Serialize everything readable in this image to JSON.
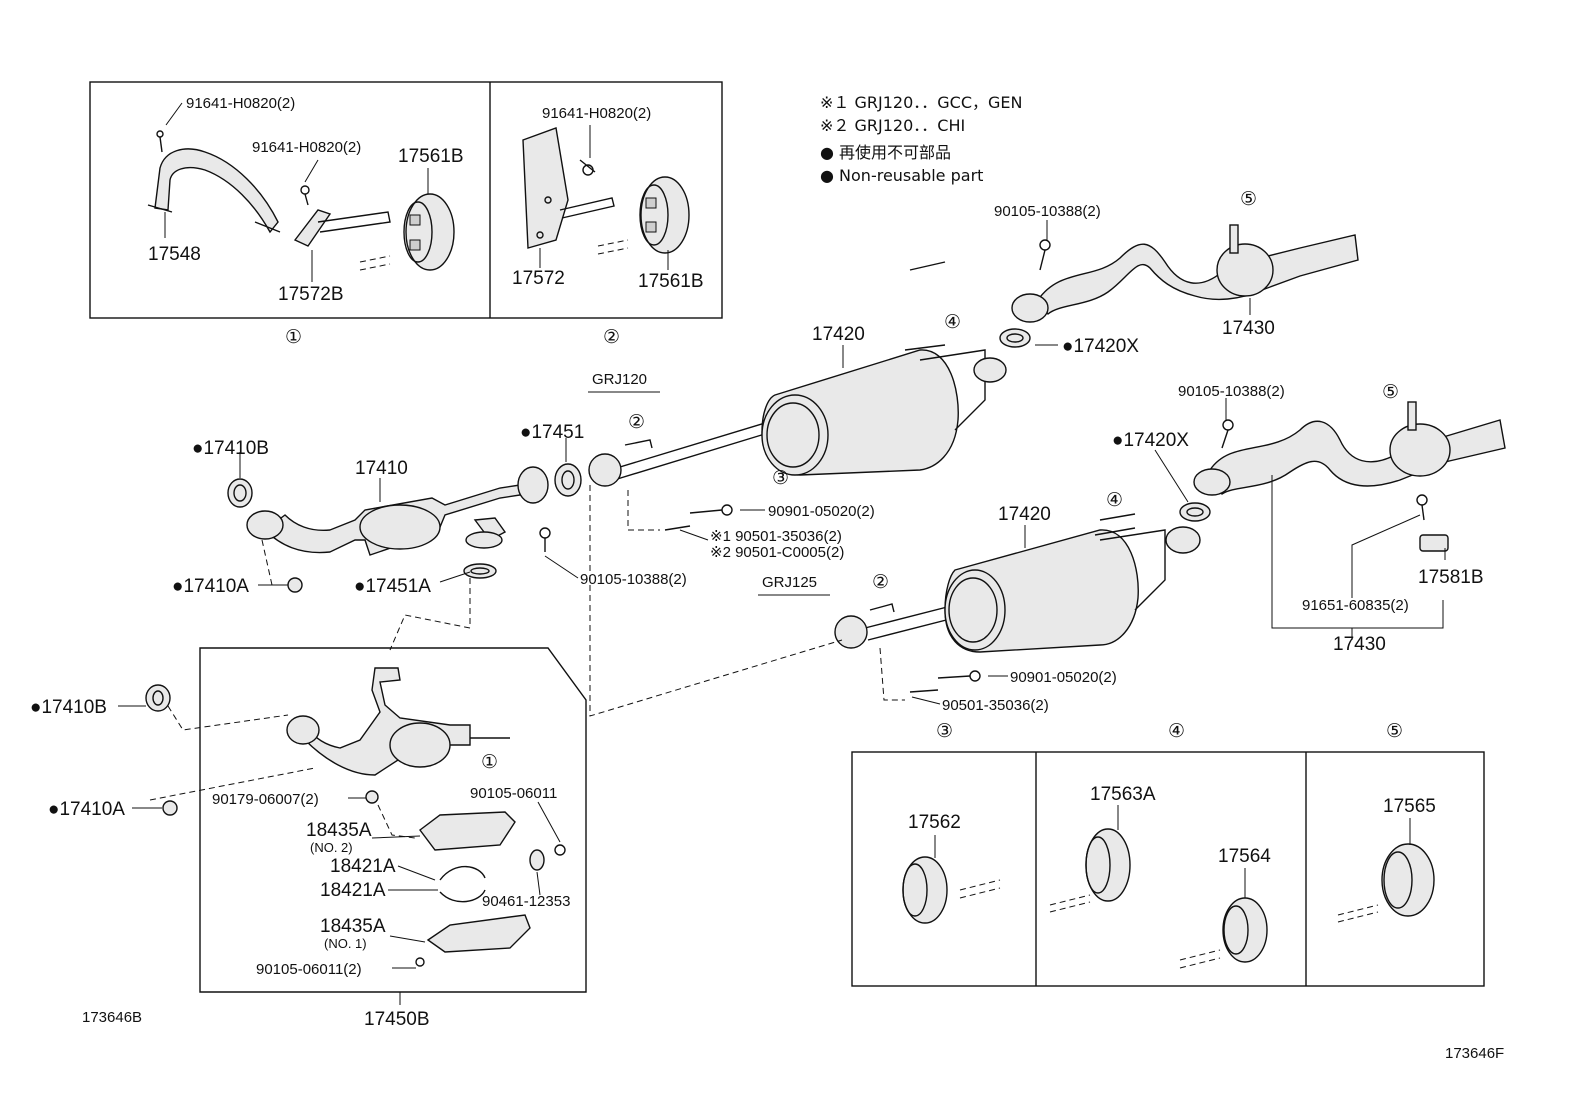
{
  "notes": {
    "note1": "※１ GRJ120．．GCC，GEN",
    "note2": "※２ GRJ120．．CHI",
    "jp_nonreusable": "● 再使用不可部品",
    "en_nonreusable": "● Non-reusable part"
  },
  "group_labels": {
    "grj120": "GRJ120",
    "grj125": "GRJ125"
  },
  "circled": {
    "c1": "①",
    "c2": "②",
    "c3": "③",
    "c4": "④",
    "c5": "⑤"
  },
  "parts": {
    "p91641_a": "91641-H0820(2)",
    "p91641_b": "91641-H0820(2)",
    "p91641_c": "91641-H0820(2)",
    "p17561b_a": "17561B",
    "p17561b_b": "17561B",
    "p17548": "17548",
    "p17572b": "17572B",
    "p17572": "17572",
    "p17420_a": "17420",
    "p17420_b": "17420",
    "p17420x_a": "●17420X",
    "p17420x_b": "●17420X",
    "p17430_a": "17430",
    "p17430_b": "17430",
    "p90105_10388_a": "90105-10388(2)",
    "p90105_10388_b": "90105-10388(2)",
    "p90105_10388_c": "90105-10388(2)",
    "p17410b_a": "●17410B",
    "p17410b_b": "●17410B",
    "p17410": "17410",
    "p17451": "●17451",
    "p17451a": "●17451A",
    "p17410a_a": "●17410A",
    "p17410a_b": "●17410A",
    "p90901_a": "90901-05020(2)",
    "p90901_b": "90901-05020(2)",
    "p90501_35036_a": "※1 90501-35036(2)",
    "p90501_c0005": "※2 90501-C0005(2)",
    "p90501_35036_b": "90501-35036(2)",
    "p17581b": "17581B",
    "p91651": "91651-60835(2)",
    "p90179": "90179-06007(2)",
    "p90105_06011_a": "90105-06011",
    "p90105_06011_b": "90105-06011(2)",
    "p18435a_a": "18435A",
    "p18435a_a_no": "(NO. 2)",
    "p18421a_a": "18421A",
    "p18421a_b": "18421A",
    "p90461": "90461-12353",
    "p18435a_b": "18435A",
    "p18435a_b_no": "(NO. 1)",
    "p17450b": "17450B",
    "p17562": "17562",
    "p17563a": "17563A",
    "p17564": "17564",
    "p17565": "17565"
  },
  "codes": {
    "left": "173646B",
    "right": "173646F"
  }
}
